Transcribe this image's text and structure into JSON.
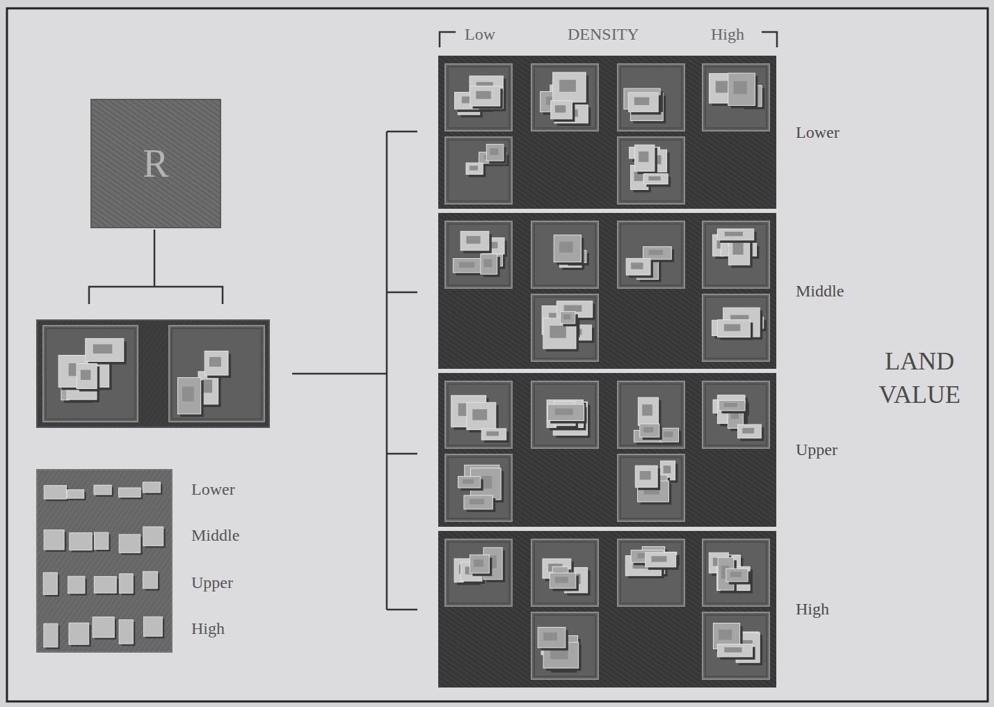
{
  "diagram": {
    "nodes": [
      {
        "text": [
          "R"
        ]
      },
      {
        "text": [
          "Lower"
        ]
      },
      {
        "text": [
          "Middle"
        ]
      },
      {
        "text": [
          "Upper"
        ]
      },
      {
        "text": [
          "High"
        ]
      }
    ],
    "labels": [
      "Low",
      "DENSITY",
      "High",
      "LAND VALUE",
      "Lower",
      "Middle",
      "Upper",
      "High"
    ]
  }
}
